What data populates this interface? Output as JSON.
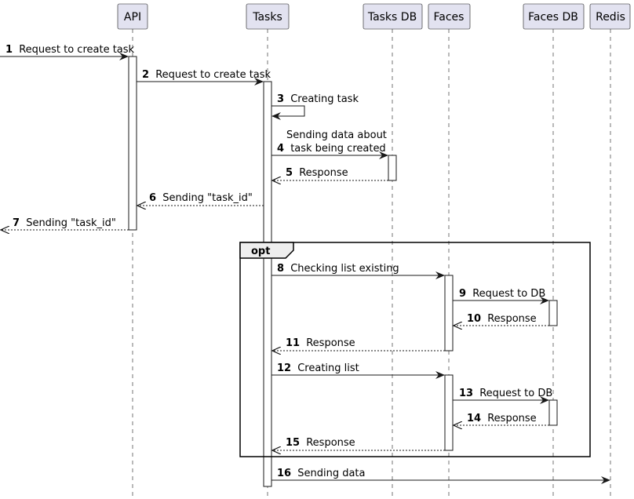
{
  "participants": [
    {
      "id": "api",
      "label": "API"
    },
    {
      "id": "tasks",
      "label": "Tasks"
    },
    {
      "id": "tasks_db",
      "label": "Tasks DB"
    },
    {
      "id": "faces",
      "label": "Faces"
    },
    {
      "id": "faces_db",
      "label": "Faces DB"
    },
    {
      "id": "redis",
      "label": "Redis"
    }
  ],
  "messages": [
    {
      "number": "1",
      "lines": [
        "Request to create task"
      ],
      "from": "external",
      "to": "api",
      "style": "solid"
    },
    {
      "number": "2",
      "lines": [
        "Request to create task"
      ],
      "from": "api",
      "to": "tasks",
      "style": "solid"
    },
    {
      "number": "3",
      "lines": [
        "Creating task"
      ],
      "from": "tasks",
      "to": "tasks",
      "style": "solid"
    },
    {
      "number": "4",
      "lines": [
        "Sending data about",
        "task being created"
      ],
      "from": "tasks",
      "to": "tasks_db",
      "style": "solid"
    },
    {
      "number": "5",
      "lines": [
        "Response"
      ],
      "from": "tasks_db",
      "to": "tasks",
      "style": "dashed"
    },
    {
      "number": "6",
      "lines": [
        "Sending \"task_id\""
      ],
      "from": "tasks",
      "to": "api",
      "style": "dashed"
    },
    {
      "number": "7",
      "lines": [
        "Sending \"task_id\""
      ],
      "from": "api",
      "to": "external",
      "style": "dashed"
    },
    {
      "number": "8",
      "lines": [
        "Checking list existing"
      ],
      "from": "tasks",
      "to": "faces",
      "style": "solid"
    },
    {
      "number": "9",
      "lines": [
        "Request to DB"
      ],
      "from": "faces",
      "to": "faces_db",
      "style": "solid"
    },
    {
      "number": "10",
      "lines": [
        "Response"
      ],
      "from": "faces_db",
      "to": "faces",
      "style": "dashed"
    },
    {
      "number": "11",
      "lines": [
        "Response"
      ],
      "from": "faces",
      "to": "tasks",
      "style": "dashed"
    },
    {
      "number": "12",
      "lines": [
        "Creating list"
      ],
      "from": "tasks",
      "to": "faces",
      "style": "solid"
    },
    {
      "number": "13",
      "lines": [
        "Request to DB"
      ],
      "from": "faces",
      "to": "faces_db",
      "style": "solid"
    },
    {
      "number": "14",
      "lines": [
        "Response"
      ],
      "from": "faces_db",
      "to": "faces",
      "style": "dashed"
    },
    {
      "number": "15",
      "lines": [
        "Response"
      ],
      "from": "faces",
      "to": "tasks",
      "style": "dashed"
    },
    {
      "number": "16",
      "lines": [
        "Sending data"
      ],
      "from": "tasks",
      "to": "redis",
      "style": "solid"
    }
  ],
  "fragments": [
    {
      "operator": "opt",
      "first_message": "8",
      "last_message": "15"
    }
  ],
  "colors": {
    "participant_fill": "#E2E2F0",
    "line": "#181818",
    "fragment_tab": "#EEEEEE"
  }
}
